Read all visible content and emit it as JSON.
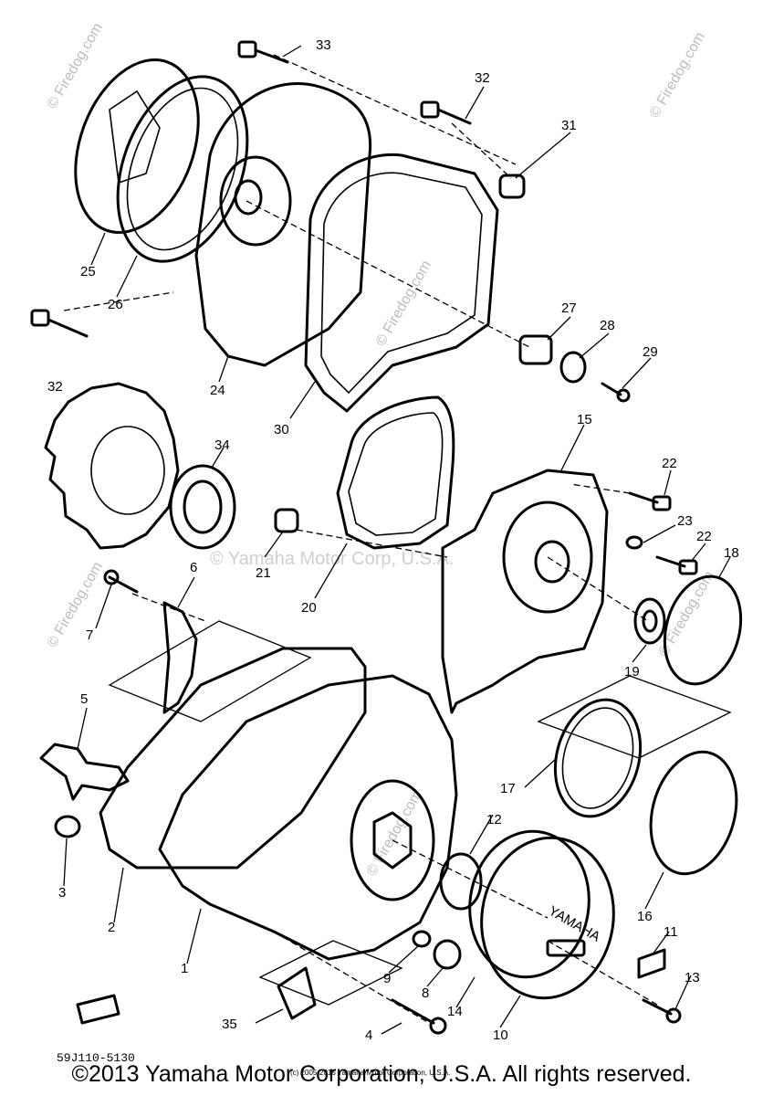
{
  "watermarks": {
    "site": "© Firedog.com",
    "center": "© Yamaha Motor Corp, U.S.A."
  },
  "diagram_code": "59J110-5130",
  "small_copyright": "(c) 2005-2015 Yamaha Motor Corporation, U.S.A.",
  "copyright": "©2013 Yamaha Motor Corporation, U.S.A. All rights reserved.",
  "cover_text": "YAMAHA",
  "callouts": [
    {
      "id": "c1",
      "label": "1"
    },
    {
      "id": "c2",
      "label": "2"
    },
    {
      "id": "c3",
      "label": "3"
    },
    {
      "id": "c4",
      "label": "4"
    },
    {
      "id": "c5",
      "label": "5"
    },
    {
      "id": "c6",
      "label": "6"
    },
    {
      "id": "c7",
      "label": "7"
    },
    {
      "id": "c8",
      "label": "8"
    },
    {
      "id": "c9",
      "label": "9"
    },
    {
      "id": "c10",
      "label": "10"
    },
    {
      "id": "c11",
      "label": "11"
    },
    {
      "id": "c12",
      "label": "12"
    },
    {
      "id": "c13",
      "label": "13"
    },
    {
      "id": "c14",
      "label": "14"
    },
    {
      "id": "c15",
      "label": "15"
    },
    {
      "id": "c16",
      "label": "16"
    },
    {
      "id": "c17",
      "label": "17"
    },
    {
      "id": "c18",
      "label": "18"
    },
    {
      "id": "c19",
      "label": "19"
    },
    {
      "id": "c20",
      "label": "20"
    },
    {
      "id": "c21",
      "label": "21"
    },
    {
      "id": "c22a",
      "label": "22"
    },
    {
      "id": "c22b",
      "label": "22"
    },
    {
      "id": "c23",
      "label": "23"
    },
    {
      "id": "c24",
      "label": "24"
    },
    {
      "id": "c25",
      "label": "25"
    },
    {
      "id": "c26",
      "label": "26"
    },
    {
      "id": "c27",
      "label": "27"
    },
    {
      "id": "c28",
      "label": "28"
    },
    {
      "id": "c29",
      "label": "29"
    },
    {
      "id": "c30",
      "label": "30"
    },
    {
      "id": "c31",
      "label": "31"
    },
    {
      "id": "c32a",
      "label": "32"
    },
    {
      "id": "c32b",
      "label": "32"
    },
    {
      "id": "c33",
      "label": "33"
    },
    {
      "id": "c34",
      "label": "34"
    },
    {
      "id": "c35",
      "label": "35"
    }
  ]
}
